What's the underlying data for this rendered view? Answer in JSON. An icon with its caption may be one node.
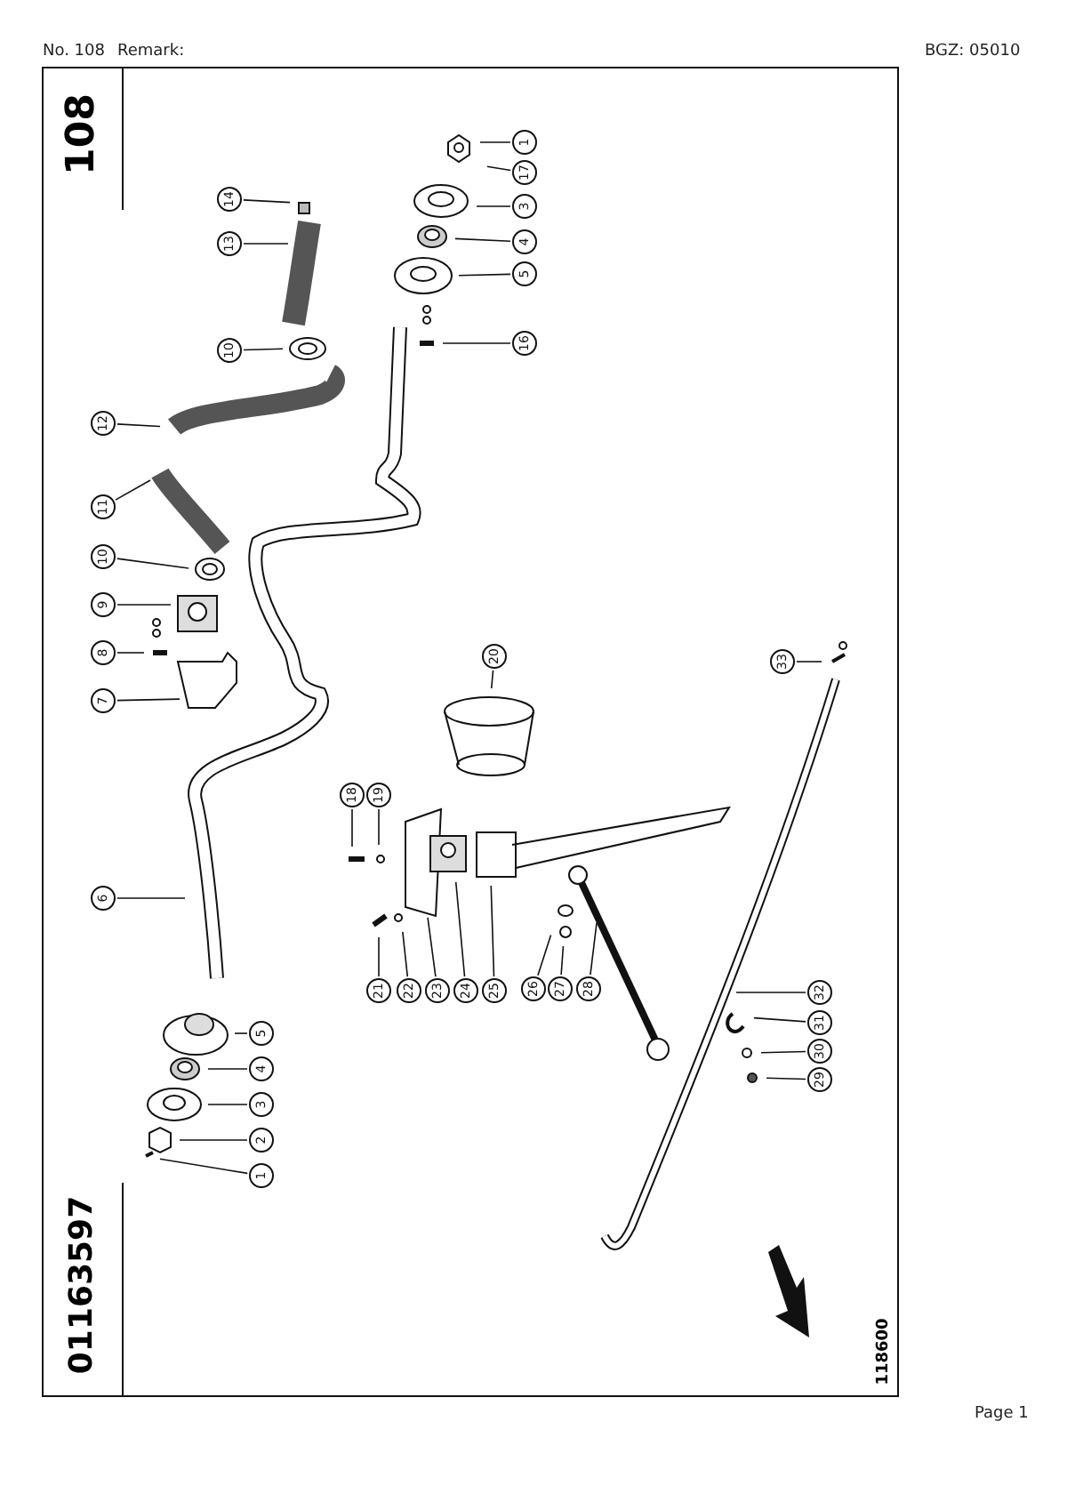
{
  "diagram": {
    "nodes": [
      {
        "text": [
          "1"
        ]
      },
      {
        "text": [
          "17"
        ]
      },
      {
        "text": [
          "3"
        ]
      },
      {
        "text": [
          "4"
        ]
      },
      {
        "text": [
          "5"
        ]
      },
      {
        "text": [
          "16"
        ]
      },
      {
        "text": [
          "14"
        ]
      },
      {
        "text": [
          "13"
        ]
      },
      {
        "text": [
          "10"
        ]
      },
      {
        "text": [
          "12"
        ]
      },
      {
        "text": [
          "11"
        ]
      },
      {
        "text": [
          "10"
        ]
      },
      {
        "text": [
          "9"
        ]
      },
      {
        "text": [
          "8"
        ]
      },
      {
        "text": [
          "7"
        ]
      },
      {
        "text": [
          "20"
        ]
      },
      {
        "text": [
          "33"
        ]
      },
      {
        "text": [
          "18"
        ]
      },
      {
        "text": [
          "19"
        ]
      },
      {
        "text": [
          "6"
        ]
      },
      {
        "text": [
          "21"
        ]
      },
      {
        "text": [
          "22"
        ]
      },
      {
        "text": [
          "23"
        ]
      },
      {
        "text": [
          "24"
        ]
      },
      {
        "text": [
          "25"
        ]
      },
      {
        "text": [
          "26"
        ]
      },
      {
        "text": [
          "27"
        ]
      },
      {
        "text": [
          "28"
        ]
      },
      {
        "text": [
          "32"
        ]
      },
      {
        "text": [
          "31"
        ]
      },
      {
        "text": [
          "30"
        ]
      },
      {
        "text": [
          "29"
        ]
      },
      {
        "text": [
          "5"
        ]
      },
      {
        "text": [
          "4"
        ]
      },
      {
        "text": [
          "3"
        ]
      },
      {
        "text": [
          "2"
        ]
      },
      {
        "text": [
          "1"
        ]
      }
    ],
    "edges": [
      {
        "from": 0,
        "to": null,
        "arrow": "none"
      },
      {
        "from": 1,
        "to": null,
        "arrow": "none"
      },
      {
        "from": 2,
        "to": null,
        "arrow": "none"
      },
      {
        "from": 3,
        "to": null,
        "arrow": "none"
      },
      {
        "from": 4,
        "to": null,
        "arrow": "none"
      },
      {
        "from": 5,
        "to": null,
        "arrow": "none"
      },
      {
        "from": 6,
        "to": null,
        "arrow": "none"
      },
      {
        "from": 7,
        "to": null,
        "arrow": "none"
      },
      {
        "from": 8,
        "to": null,
        "arrow": "none"
      },
      {
        "from": 9,
        "to": null,
        "arrow": "none"
      },
      {
        "from": 10,
        "to": null,
        "arrow": "none"
      },
      {
        "from": 11,
        "to": null,
        "arrow": "none"
      },
      {
        "from": 12,
        "to": null,
        "arrow": "none"
      },
      {
        "from": 13,
        "to": null,
        "arrow": "none"
      },
      {
        "from": 14,
        "to": null,
        "arrow": "none"
      },
      {
        "from": 15,
        "to": null,
        "arrow": "none"
      },
      {
        "from": 16,
        "to": null,
        "arrow": "none"
      },
      {
        "from": 17,
        "to": null,
        "arrow": "none"
      },
      {
        "from": 18,
        "to": null,
        "arrow": "none"
      },
      {
        "from": 19,
        "to": null,
        "arrow": "none"
      },
      {
        "from": 20,
        "to": null,
        "arrow": "none"
      },
      {
        "from": 21,
        "to": null,
        "arrow": "none"
      },
      {
        "from": 22,
        "to": null,
        "arrow": "none"
      },
      {
        "from": 23,
        "to": null,
        "arrow": "none"
      },
      {
        "from": 24,
        "to": null,
        "arrow": "none"
      },
      {
        "from": 25,
        "to": null,
        "arrow": "none"
      },
      {
        "from": 26,
        "to": null,
        "arrow": "none"
      },
      {
        "from": 27,
        "to": null,
        "arrow": "none"
      },
      {
        "from": 28,
        "to": null,
        "arrow": "none"
      },
      {
        "from": 29,
        "to": null,
        "arrow": "none"
      },
      {
        "from": 30,
        "to": null,
        "arrow": "none"
      },
      {
        "from": 31,
        "to": null,
        "arrow": "none"
      },
      {
        "from": 32,
        "to": null,
        "arrow": "none"
      },
      {
        "from": 33,
        "to": null,
        "arrow": "none"
      },
      {
        "from": 34,
        "to": null,
        "arrow": "none"
      },
      {
        "from": 35,
        "to": null,
        "arrow": "none"
      },
      {
        "from": 36,
        "to": null,
        "arrow": "none"
      }
    ],
    "labels": [
      "No. 108",
      "Remark:",
      "BGZ: 05010",
      "108",
      "01163597",
      "118600",
      "Page 1"
    ]
  }
}
